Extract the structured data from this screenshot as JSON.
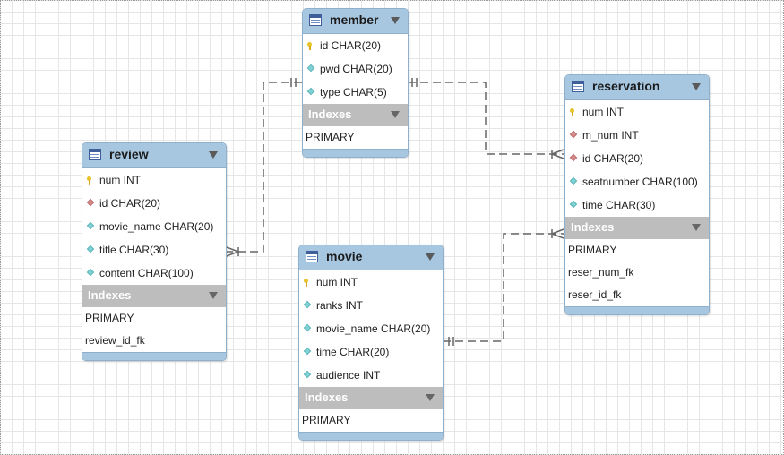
{
  "diagram": {
    "tables": {
      "member": {
        "title": "member",
        "columns": [
          {
            "icon": "primary-key-icon",
            "text": "id CHAR(20)"
          },
          {
            "icon": "column-diamond-icon",
            "text": "pwd CHAR(20)"
          },
          {
            "icon": "column-diamond-icon",
            "text": "type CHAR(5)"
          }
        ],
        "indexes_label": "Indexes",
        "indexes": [
          "PRIMARY"
        ]
      },
      "reservation": {
        "title": "reservation",
        "columns": [
          {
            "icon": "primary-key-icon",
            "text": "num INT"
          },
          {
            "icon": "foreign-key-diamond-icon",
            "text": "m_num INT"
          },
          {
            "icon": "foreign-key-diamond-icon",
            "text": "id CHAR(20)"
          },
          {
            "icon": "column-diamond-icon",
            "text": "seatnumber CHAR(100)"
          },
          {
            "icon": "column-diamond-icon",
            "text": "time CHAR(30)"
          }
        ],
        "indexes_label": "Indexes",
        "indexes": [
          "PRIMARY",
          "reser_num_fk",
          "reser_id_fk"
        ]
      },
      "review": {
        "title": "review",
        "columns": [
          {
            "icon": "primary-key-icon",
            "text": "num INT"
          },
          {
            "icon": "foreign-key-diamond-icon",
            "text": "id CHAR(20)"
          },
          {
            "icon": "column-diamond-icon",
            "text": "movie_name CHAR(20)"
          },
          {
            "icon": "column-diamond-icon",
            "text": "title CHAR(30)"
          },
          {
            "icon": "column-diamond-icon",
            "text": "content CHAR(100)"
          }
        ],
        "indexes_label": "Indexes",
        "indexes": [
          "PRIMARY",
          "review_id_fk"
        ]
      },
      "movie": {
        "title": "movie",
        "columns": [
          {
            "icon": "primary-key-icon",
            "text": "num INT"
          },
          {
            "icon": "column-diamond-icon",
            "text": "ranks INT"
          },
          {
            "icon": "column-diamond-icon",
            "text": "movie_name CHAR(20)"
          },
          {
            "icon": "column-diamond-icon",
            "text": "time CHAR(20)"
          },
          {
            "icon": "column-diamond-icon",
            "text": "audience INT"
          }
        ],
        "indexes_label": "Indexes",
        "indexes": [
          "PRIMARY"
        ]
      }
    },
    "relationships": [
      {
        "from": "member",
        "to": "review",
        "type": "one-to-many"
      },
      {
        "from": "member",
        "to": "reservation",
        "type": "one-to-many"
      },
      {
        "from": "movie",
        "to": "reservation",
        "type": "one-to-many"
      }
    ],
    "colors": {
      "header": "#a7c6e0",
      "border": "#8fb0cc",
      "indexes_header": "#bdbdbd",
      "link_line": "#666666",
      "grid": "#e6e6e6"
    }
  }
}
